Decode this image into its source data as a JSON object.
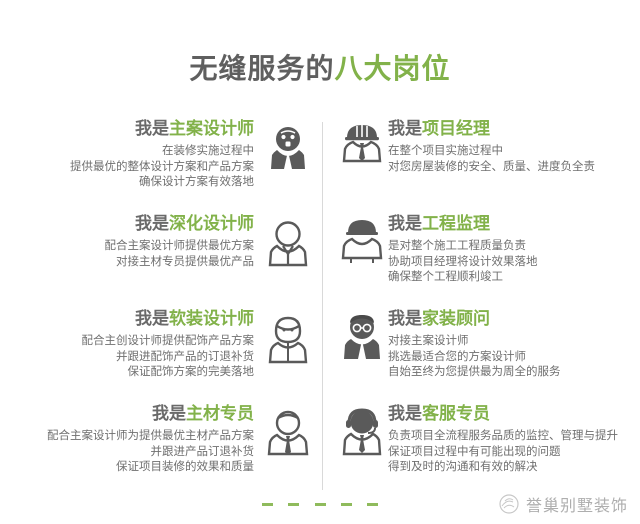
{
  "title": {
    "plain": "无缝服务的",
    "accent": "八大岗位"
  },
  "colors": {
    "accent_green": "#82b24a",
    "heading_gray": "#6a6a6a",
    "body_gray": "#6f6f6f",
    "divider": "#d9d9d9",
    "background": "#ffffff"
  },
  "left_column": [
    {
      "prefix": "我是",
      "role": "主案设计师",
      "avatar_icon": "bearded-designer-avatar-icon",
      "lines": [
        "在装修实施过程中",
        "提供最优的整体设计方案和产品方案",
        "确保设计方案有效落地"
      ]
    },
    {
      "prefix": "我是",
      "role": "深化设计师",
      "avatar_icon": "outline-person-avatar-icon",
      "lines": [
        "配合主案设计师提供最优方案",
        "对接主材专员提供最优产品"
      ]
    },
    {
      "prefix": "我是",
      "role": "软装设计师",
      "avatar_icon": "female-designer-avatar-icon",
      "lines": [
        "配合主创设计师提供配饰产品方案",
        "并跟进配饰产品的订退补货",
        "保证配饰方案的完美落地"
      ]
    },
    {
      "prefix": "我是",
      "role": "主材专员",
      "avatar_icon": "tie-person-avatar-icon",
      "lines": [
        "配合主案设计师为提供最优主材产品方案",
        "并跟进产品订退补货",
        "保证项目装修的效果和质量"
      ]
    }
  ],
  "right_column": [
    {
      "prefix": "我是",
      "role": "项目经理",
      "avatar_icon": "hardhat-worker-avatar-icon",
      "lines": [
        "在整个项目实施过程中",
        "对您房屋装修的安全、质量、进度负全责"
      ]
    },
    {
      "prefix": "我是",
      "role": "工程监理",
      "avatar_icon": "helmet-supervisor-avatar-icon",
      "lines": [
        "是对整个施工工程质量负责",
        "协助项目经理将设计效果落地",
        "确保整个工程顺利竣工"
      ]
    },
    {
      "prefix": "我是",
      "role": "家装顾问",
      "avatar_icon": "glasses-consultant-avatar-icon",
      "lines": [
        "对接主案设计师",
        "挑选最适合您的方案设计师",
        "自始至终为您提供最为周全的服务"
      ]
    },
    {
      "prefix": "我是",
      "role": "客服专员",
      "avatar_icon": "headset-agent-avatar-icon",
      "lines": [
        "负责项目全流程服务品质的监控、管理与提升",
        "保证项目过程中有可能出现的问题",
        "得到及时的沟通和有效的解决"
      ]
    }
  ],
  "footer": {
    "dash_count": 5,
    "watermark_text": "誉巢别墅装饰",
    "watermark_logo_icon": "nest-logo-icon"
  }
}
